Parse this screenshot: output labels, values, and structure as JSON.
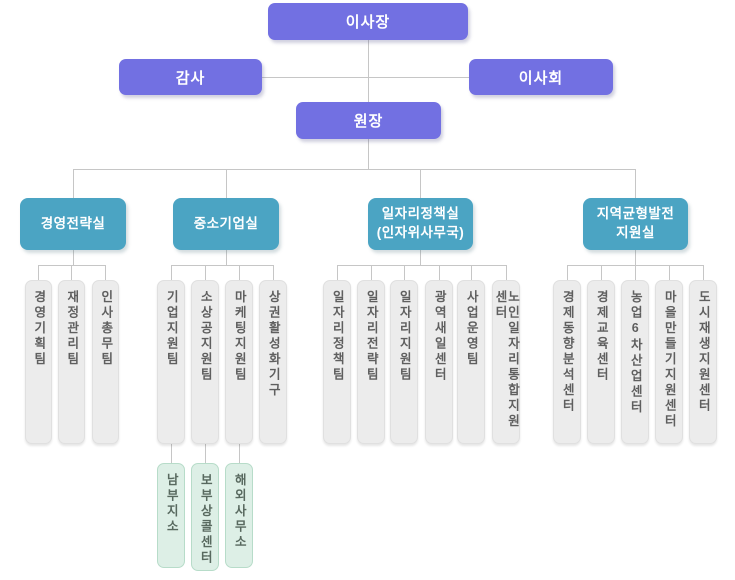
{
  "chart_title": "organization-chart",
  "colors": {
    "executive_box": "#7270e2",
    "department_box": "#4ba4c3",
    "team_box_fill": "#ececec",
    "team_text": "#5f5f5f",
    "branch_box_fill": "#ddefe6",
    "branch_box_border": "#b7dcc9",
    "connector_line": "#c6c6c6",
    "background": "#ffffff"
  },
  "executives": {
    "chairman": "이사장",
    "auditor": "감사",
    "board": "이사회",
    "director": "원장"
  },
  "departments": [
    {
      "name": "경영전략실",
      "line1": "경영전략실",
      "line2": "",
      "teams": [
        "경영기획팀",
        "재정관리팀",
        "인사총무팀"
      ]
    },
    {
      "name": "중소기업실",
      "line1": "중소기업실",
      "line2": "",
      "teams": [
        "기업지원팀",
        "소상공지원팀",
        "마케팅지원팀",
        "상권활성화기구"
      ],
      "branches": [
        "남부지소",
        "보부상콜센터",
        "해외사무소"
      ]
    },
    {
      "name": "일자리정책실(인자위사무국)",
      "line1": "일자리정책실",
      "line2": "(인자위사무국)",
      "teams": [
        "일자리정책팀",
        "일자리전략팀",
        "일자리지원팀",
        "광역새일센터",
        "사업운영팀",
        "노인일자리통합지원센터"
      ]
    },
    {
      "name": "지역균형발전지원실",
      "line1": "지역균형발전",
      "line2": "지원실",
      "teams": [
        "경제동향분석센터",
        "경제교육센터",
        "농업6차산업센터",
        "마을만들기지원센터",
        "도시재생지원센터"
      ]
    }
  ]
}
